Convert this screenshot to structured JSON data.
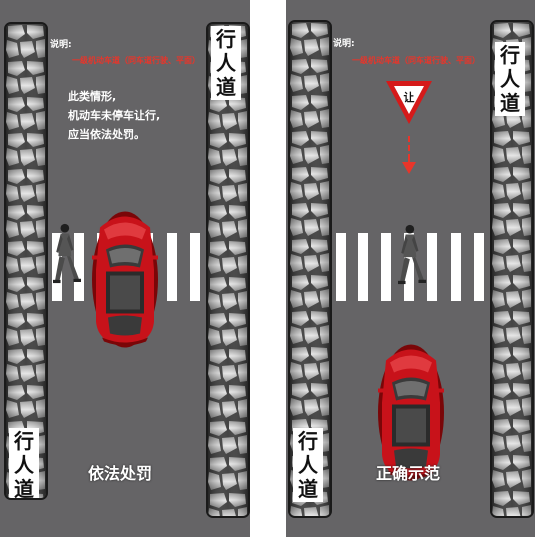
{
  "sidewalk_label": "行人道",
  "left_panel": {
    "note_title": "说明:",
    "note_red": "一级机动车道（同车道行驶、平面）",
    "note_lines": [
      "此类情形,",
      "机动车未停车让行,",
      "应当依法处罚。"
    ],
    "caption": "依法处罚"
  },
  "right_panel": {
    "note_title": "说明:",
    "note_red": "一级机动车道（同车道行驶、平面）",
    "yield_sign_text": "让",
    "caption": "正确示范"
  },
  "colors": {
    "road": "#656466",
    "car_red": "#c8121a",
    "note_red": "#e8352a",
    "yield_border": "#d51a1a"
  },
  "icons": [
    "car-icon",
    "pedestrian-icon",
    "yield-sign-icon",
    "down-arrow-icon"
  ]
}
